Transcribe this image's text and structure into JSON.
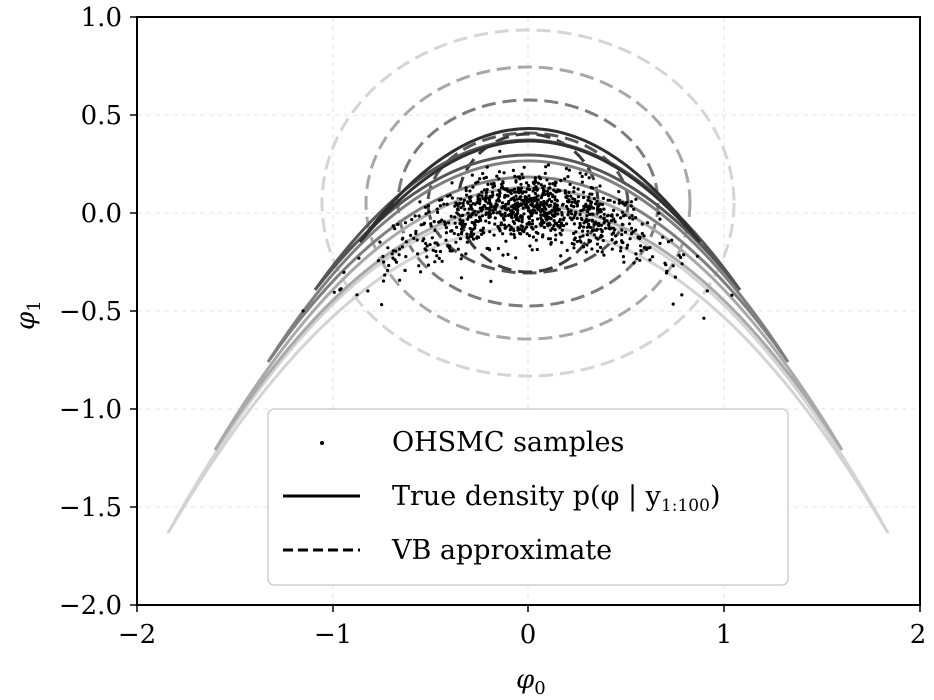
{
  "chart_data": {
    "type": "scatter",
    "title": "",
    "xlabel": "φ0",
    "ylabel": "φ1",
    "xlim": [
      -2,
      2
    ],
    "ylim": [
      -2.0,
      1.0
    ],
    "xticks": [
      "−2",
      "−1",
      "0",
      "1",
      "2"
    ],
    "yticks": [
      "1.0",
      "0.5",
      "0.0",
      "−0.5",
      "−1.0",
      "−1.5",
      "−2.0"
    ],
    "grid": true,
    "legend_position": "lower center",
    "legend": [
      {
        "label": "OHSMC samples",
        "marker": "dot"
      },
      {
        "label": "True density p(φ | y1:100)",
        "style": "solid"
      },
      {
        "label": "VB approximate",
        "style": "dashed"
      }
    ],
    "series": [
      {
        "name": "OHSMC samples",
        "kind": "scatter",
        "center": [
          0.0,
          0.0
        ],
        "approx_count": 1000,
        "x_range": [
          -1.25,
          1.0
        ],
        "y_range": [
          -0.6,
          0.3
        ]
      },
      {
        "name": "True density contours",
        "kind": "contour",
        "shape": "banana",
        "ridge": "φ1 ≈ -0.48·φ0²",
        "outer_tips": [
          [
            -1.85,
            -1.65
          ],
          [
            1.83,
            -1.65
          ]
        ],
        "levels": 5
      },
      {
        "name": "VB approximate contours",
        "kind": "contour",
        "shape": "ellipse",
        "center": [
          0.0,
          0.05
        ],
        "levels": 5,
        "radii_y": [
          0.35,
          0.57,
          0.75,
          0.92,
          1.15
        ]
      }
    ]
  },
  "axes": {
    "xlabel_main": "φ",
    "xlabel_sub": "0",
    "ylabel_main": "φ",
    "ylabel_sub": "1",
    "xticks": [
      "−2",
      "−1",
      "0",
      "1",
      "2"
    ],
    "yticks": [
      "1.0",
      "0.5",
      "0.0",
      "−0.5",
      "−1.0",
      "−1.5",
      "−2.0"
    ]
  },
  "legend": {
    "samples_label": "OHSMC samples",
    "true_label_prefix": "True density p(φ | y",
    "true_label_sub": "1:100",
    "true_label_suffix": ")",
    "vb_label": "VB approximate"
  }
}
